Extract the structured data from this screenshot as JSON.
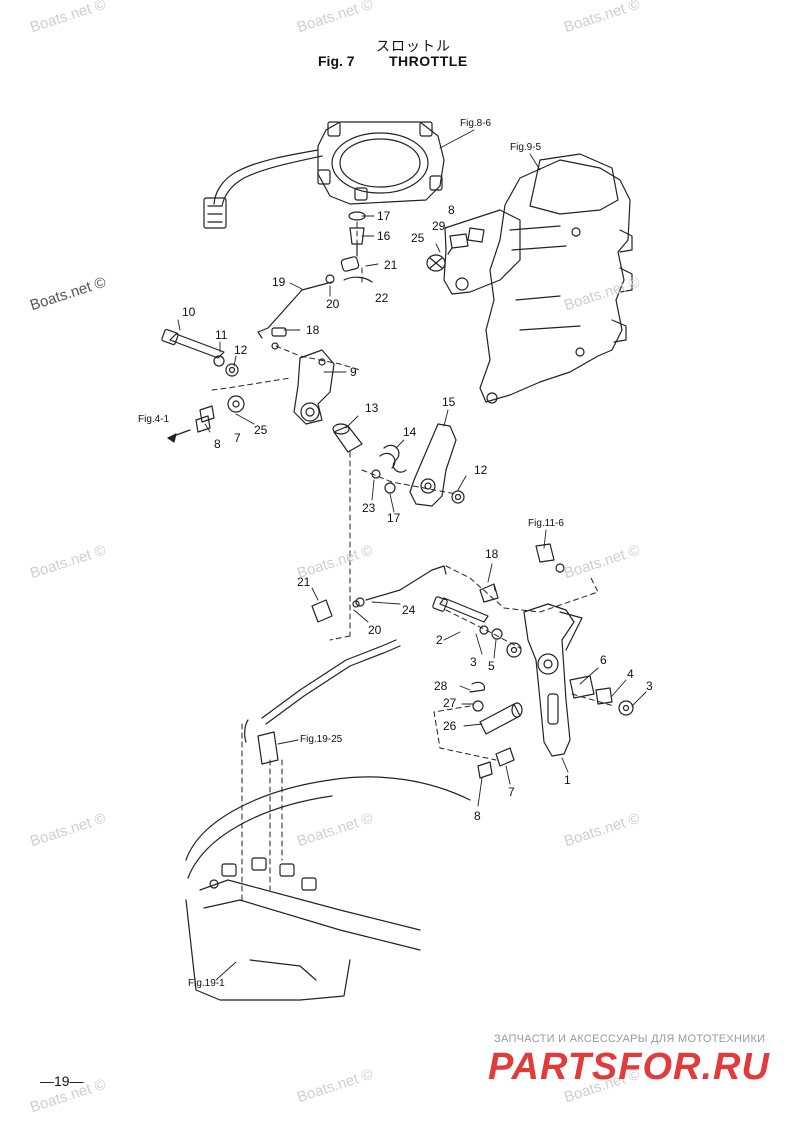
{
  "header": {
    "title_jp": "スロットル",
    "figure": "Fig. 7",
    "title": "THROTTLE"
  },
  "page_number": "—19—",
  "watermarks": [
    "Boats.net ©",
    "Boats.net ©",
    "Boats.net ©",
    "Boats.net ©",
    "Boats.net ©",
    "Boats.net ©",
    "Boats.net ©",
    "Boats.net ©",
    "Boats.net ©",
    "Boats.net ©",
    "Boats.net ©",
    "Boats.net ©",
    "Boats.net ©",
    "Boats.net ©"
  ],
  "figure_refs": {
    "fig_8_6": "Fig.8-6",
    "fig_9_5": "Fig.9-5",
    "fig_4_1": "Fig.4-1",
    "fig_11_6": "Fig.11-6",
    "fig_19_25": "Fig.19-25",
    "fig_19_1": "Fig.19-1"
  },
  "part_callouts": {
    "c17a": "17",
    "c16": "16",
    "c21a": "21",
    "c22": "22",
    "c20a": "20",
    "c19": "19",
    "c25a": "25",
    "c29": "29",
    "c8a": "8",
    "c18a": "18",
    "c10": "10",
    "c11": "11",
    "c12a": "12",
    "c9": "9",
    "c25b": "25",
    "c7a": "7",
    "c8b": "8",
    "c13": "13",
    "c14": "14",
    "c15": "15",
    "c12b": "12",
    "c23": "23",
    "c17b": "17",
    "c18b": "18",
    "c21b": "21",
    "c20b": "20",
    "c24": "24",
    "c2": "2",
    "c3a": "3",
    "c5": "5",
    "c6": "6",
    "c4": "4",
    "c3b": "3",
    "c28": "28",
    "c27": "27",
    "c26": "26",
    "c1": "1",
    "c7b": "7",
    "c8c": "8"
  },
  "brand": {
    "subtitle": "ЗАПЧАСТИ И АКСЕССУАРЫ ДЛЯ МОТОТЕХНИКИ",
    "name": "PARTSFOR.RU",
    "color": "#e23b3b"
  }
}
